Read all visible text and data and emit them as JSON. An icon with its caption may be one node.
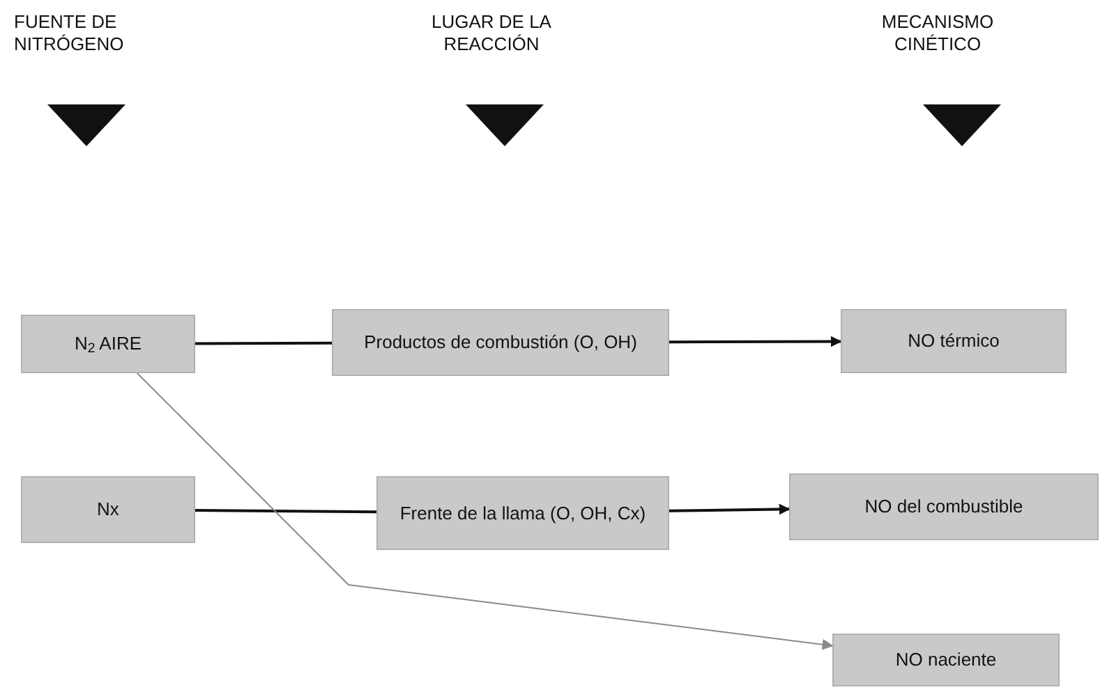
{
  "diagram": {
    "nodes": [
      {
        "text": [
          "N$_{2}$ AIRE"
        ]
      },
      {
        "text": [
          "Productos de combustión (O, OH)"
        ]
      },
      {
        "text": [
          "NO térmico"
        ]
      },
      {
        "text": [
          "Nx"
        ]
      },
      {
        "text": [
          "Frente de la llama (O, OH, Cx)"
        ]
      },
      {
        "text": [
          "NO del combustible"
        ]
      },
      {
        "text": [
          "NO naciente"
        ]
      }
    ],
    "edges": [
      {
        "from": 0,
        "to": 1,
        "arrow": "none"
      },
      {
        "from": 1,
        "to": 2,
        "arrow": "to"
      },
      {
        "from": 3,
        "to": 4,
        "arrow": "none"
      },
      {
        "from": 4,
        "to": 5,
        "arrow": "to"
      },
      {
        "from": 0,
        "to": 6,
        "arrow": "to",
        "color": "#8a8a8a"
      }
    ],
    "labels": [
      "FUENTE DE NITRÓGENO",
      "LUGAR DE LA REACCIÓN",
      "MECANISMO CINÉTICO"
    ]
  }
}
